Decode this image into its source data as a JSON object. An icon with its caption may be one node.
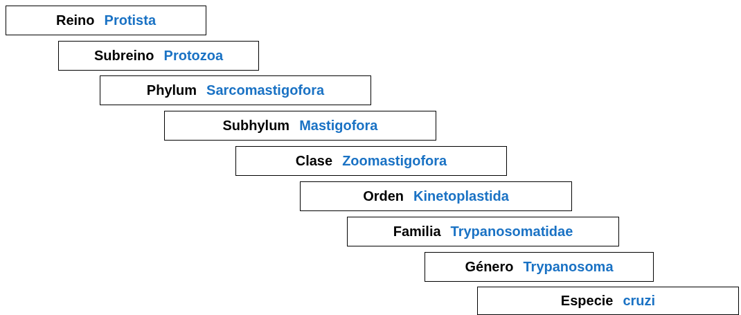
{
  "diagram": {
    "nodes": [
      {
        "text": [
          "Reino",
          "Protista"
        ]
      },
      {
        "text": [
          "Subreino",
          "Protozoa"
        ]
      },
      {
        "text": [
          "Phylum",
          "Sarcomastigofora"
        ]
      },
      {
        "text": [
          "Subhylum",
          "Mastigofora"
        ]
      },
      {
        "text": [
          "Clase",
          "Zoomastigofora"
        ]
      },
      {
        "text": [
          "Orden",
          "Kinetoplastida"
        ]
      },
      {
        "text": [
          "Familia",
          "Trypanosomatidae"
        ]
      },
      {
        "text": [
          "Género",
          "Trypanosoma"
        ]
      },
      {
        "text": [
          "Especie",
          "cruzi"
        ]
      }
    ],
    "edges": []
  }
}
